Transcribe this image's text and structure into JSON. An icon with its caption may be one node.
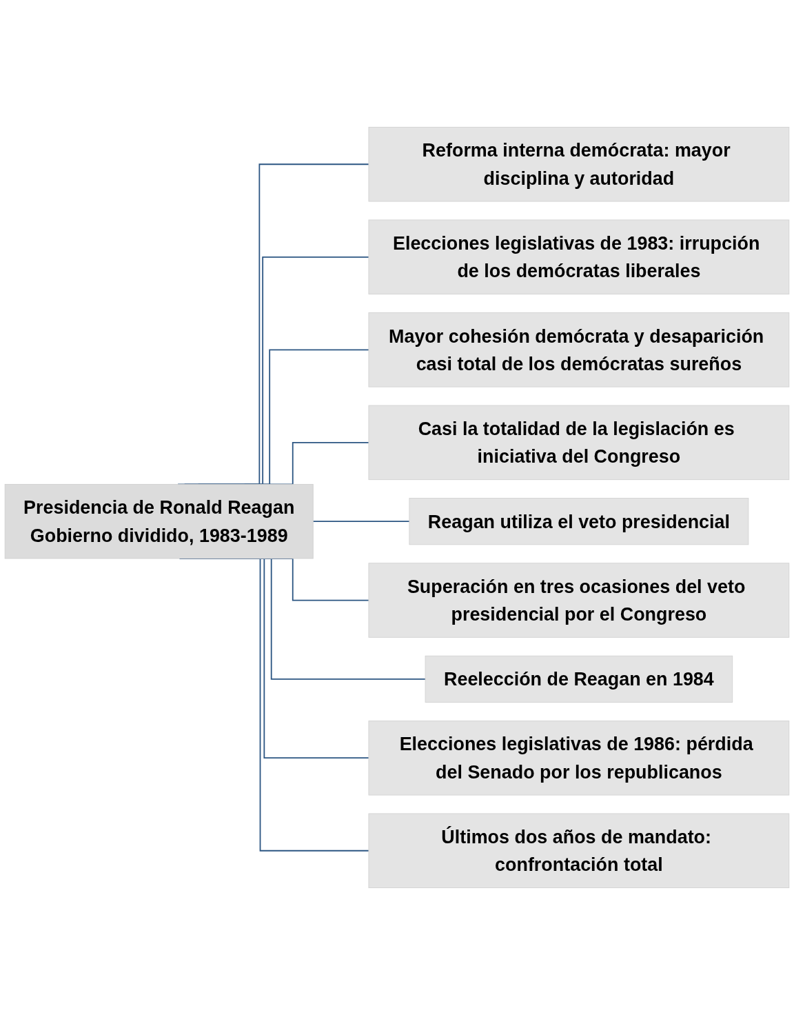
{
  "diagram": {
    "nodes": [
      {
        "text": [
          "Presidencia de Ronald Reagan",
          "Gobierno dividido, 1983-1989"
        ]
      },
      {
        "text": [
          "Reforma interna demócrata: mayor disciplina y autoridad"
        ]
      },
      {
        "text": [
          "Elecciones legislativas de 1983: irrupción de los demócratas liberales"
        ]
      },
      {
        "text": [
          "Mayor cohesión demócrata y desaparición casi total de los demócratas sureños"
        ]
      },
      {
        "text": [
          "Casi la totalidad de la legislación es iniciativa del Congreso"
        ]
      },
      {
        "text": [
          "Reagan utiliza el veto presidencial"
        ]
      },
      {
        "text": [
          "Superación en tres ocasiones del veto presidencial por el Congreso"
        ]
      },
      {
        "text": [
          "Reelección de Reagan en 1984"
        ]
      },
      {
        "text": [
          "Elecciones legislativas de 1986: pérdida del Senado por los republicanos"
        ]
      },
      {
        "text": [
          "Últimos dos años de mandato: confrontación total"
        ]
      }
    ],
    "edges": [
      {
        "from": 0,
        "to": 1,
        "arrow": "none"
      },
      {
        "from": 0,
        "to": 2,
        "arrow": "none"
      },
      {
        "from": 0,
        "to": 3,
        "arrow": "none"
      },
      {
        "from": 0,
        "to": 4,
        "arrow": "none"
      },
      {
        "from": 0,
        "to": 5,
        "arrow": "none"
      },
      {
        "from": 0,
        "to": 6,
        "arrow": "none"
      },
      {
        "from": 0,
        "to": 7,
        "arrow": "none"
      },
      {
        "from": 0,
        "to": 8,
        "arrow": "none"
      },
      {
        "from": 0,
        "to": 9,
        "arrow": "none"
      }
    ]
  }
}
